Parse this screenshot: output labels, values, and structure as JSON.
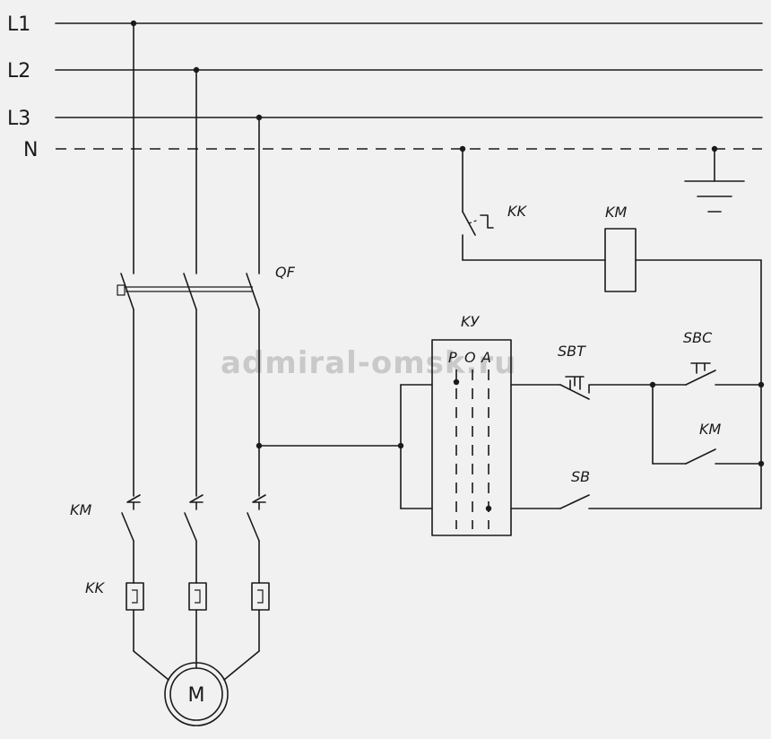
{
  "watermark": "admiral-omsk.ru",
  "buses": {
    "l1": "L1",
    "l2": "L2",
    "l3": "L3",
    "n": "N"
  },
  "labels": {
    "qf": "QF",
    "km_power": "KM",
    "kk_power": "KK",
    "motor": "M",
    "kk_contact": "KK",
    "km_coil": "KM",
    "ku": "KУ",
    "ku_p": "P",
    "ku_o": "O",
    "ku_a": "A",
    "sbt": "SBT",
    "sbc": "SBC",
    "km_hold": "KM",
    "sb": "SB"
  }
}
